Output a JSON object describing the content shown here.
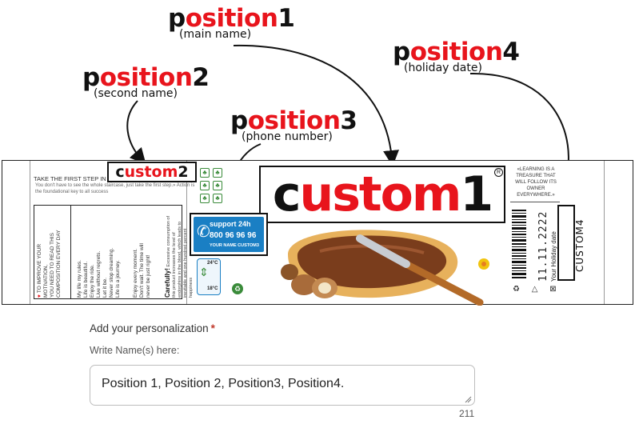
{
  "annotations": {
    "position1": {
      "p": "p",
      "rest": "osition",
      "num": "1",
      "sub": "(main name)"
    },
    "position2": {
      "p": "p",
      "rest": "osition",
      "num": "2",
      "sub": "(second name)"
    },
    "position3": {
      "p": "p",
      "rest": "osition",
      "num": "3",
      "sub": "(phone number)"
    },
    "position4": {
      "p": "p",
      "rest": "osition",
      "num": "4",
      "sub": "(holiday date)"
    }
  },
  "label": {
    "faith_heading": "TAKE THE FIRST STEP IN FAITH.",
    "faith_sub": "You don't have to see the whole staircase, just take the first step.» Action is the foundational key to all success",
    "custom1": {
      "c": "c",
      "rest": "ustom",
      "num": "1"
    },
    "custom2": {
      "c": "c",
      "rest": "ustom",
      "num": "2"
    },
    "reg_mark": "R",
    "motivation_text": "TO IMPROVE YOUR\nMOTIVATION,\nYOU NEED TO READ THIS\nCOMPOSITION EVERY DAY",
    "rules_text": "My life my rules.\nLife is beautiful.\nEnjoy the ride.\nLive without regrets.\nLet it be.\nNever stop dreaming.\nLife is a journey.",
    "wait_text": "Enjoy every moment.\nDon't wait. The time will\nnever be just right!",
    "phone": {
      "support": "support 24h",
      "number": "800 96 96 96",
      "custom3": "YOUR NAME CUSTOM3"
    },
    "carefully_title": "Carefully!",
    "carefully_text": "Excessive consumption of this product increases the level of endorphins in the blood, which leads to inevitable and one hundred percent happiness",
    "temp_high": "24°C",
    "temp_low": "18°C",
    "quote": "«LEARNING IS A TREASURE THAT WILL FOLLOW ITS OWNER EVERYWHERE.»",
    "date": "11.11.2222",
    "holiday_caption": "Your Holiday date",
    "custom4": "CUSTOM4"
  },
  "form": {
    "label": "Add your personalization",
    "required_mark": "*",
    "hint": "Write Name(s) here:",
    "value": "Position 1, Position 2, Position3, Position4.",
    "counter": "211"
  },
  "colors": {
    "accent_red": "#e8141c",
    "phone_blue": "#1a7fc4",
    "eco_green": "#3a8b3a"
  }
}
